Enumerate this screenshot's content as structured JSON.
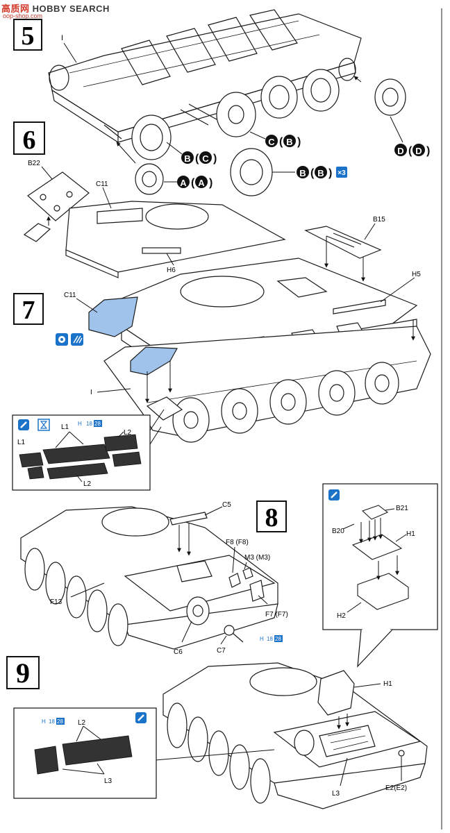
{
  "watermark": {
    "cn": "高质网",
    "en": "HOBBY SEARCH",
    "url": "oop-shop.com"
  },
  "colors": {
    "ink": "#1a1a1a",
    "accent_blue": "#1a73c9",
    "highlight_blue": "#9fc3ea",
    "paper": "#ffffff"
  },
  "steps": [
    {
      "id": "step-5",
      "number": "5"
    },
    {
      "id": "step-6",
      "number": "6"
    },
    {
      "id": "step-7",
      "number": "7"
    },
    {
      "id": "step-8",
      "number": "8"
    },
    {
      "id": "step-9",
      "number": "9"
    }
  ],
  "labels": {
    "step5_I": "I",
    "s6_B22": "B22",
    "s6_C11": "C11",
    "s6_H6": "H6",
    "s7_B15": "B15",
    "s7_H5": "H5",
    "s7_C11": "C11",
    "s7_I": "I",
    "track7_L1a": "L1",
    "track7_L1b": "L1",
    "track7_L2a": "L2",
    "track7_L2b": "L2",
    "s8_C5": "C5",
    "s8_F8": "F8 (F8)",
    "s8_M3": "M3 (M3)",
    "s8_F13": "F13",
    "s8_F7": "F7 (F7)",
    "s8_C6": "C6",
    "s8_C7": "C7",
    "s8_B21": "B21",
    "s8_B20": "B20",
    "s8_H1": "H1",
    "s8_H2": "H2",
    "s9_H1": "H1",
    "s9_L3": "L3",
    "s9_E2": "E2(E2)",
    "track9_L2": "L2",
    "track9_L3": "L3"
  },
  "wheel_callouts": [
    {
      "letter": "C",
      "paren": "B"
    },
    {
      "letter": "D",
      "paren": "D"
    },
    {
      "letter": "B",
      "paren": "C"
    },
    {
      "letter": "B",
      "paren": "B"
    },
    {
      "letter": "A",
      "paren": "A"
    }
  ],
  "multiplier": "×3",
  "paint_chips": [
    {
      "prefix": "H",
      "a": "18",
      "b": "28"
    },
    {
      "prefix": "H",
      "a": "18",
      "b": "28"
    },
    {
      "prefix": "H",
      "a": "18",
      "b": "28"
    }
  ],
  "icons": [
    "cement-icon",
    "dry-time-icon",
    "decal-icon",
    "photo-etch-icon"
  ]
}
